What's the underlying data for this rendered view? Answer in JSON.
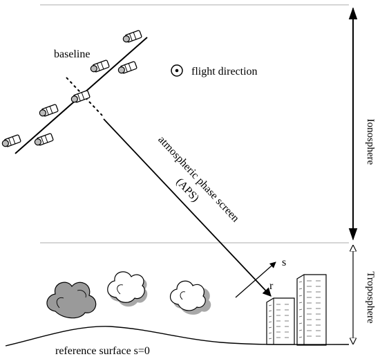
{
  "labels": {
    "baseline": "baseline",
    "flight_direction": "flight direction",
    "aps_line1": "atmospheric phase screen",
    "aps_line2": "(APS)",
    "ionosphere": "Ionosphere",
    "troposphere": "Troposphere",
    "s_axis": "s",
    "r_axis": "r",
    "reference_surface": "reference surface s=0"
  },
  "colors": {
    "layer_boundary": "#c8c8c8",
    "tree_dark": "#9a9a9a",
    "tree_light": "#ffffff",
    "ink": "#000000"
  },
  "icons": {
    "satellite": "satellite-icon",
    "flight_direction": "out-of-page-direction-icon",
    "tree": "tree-icon",
    "building": "building-icon"
  }
}
